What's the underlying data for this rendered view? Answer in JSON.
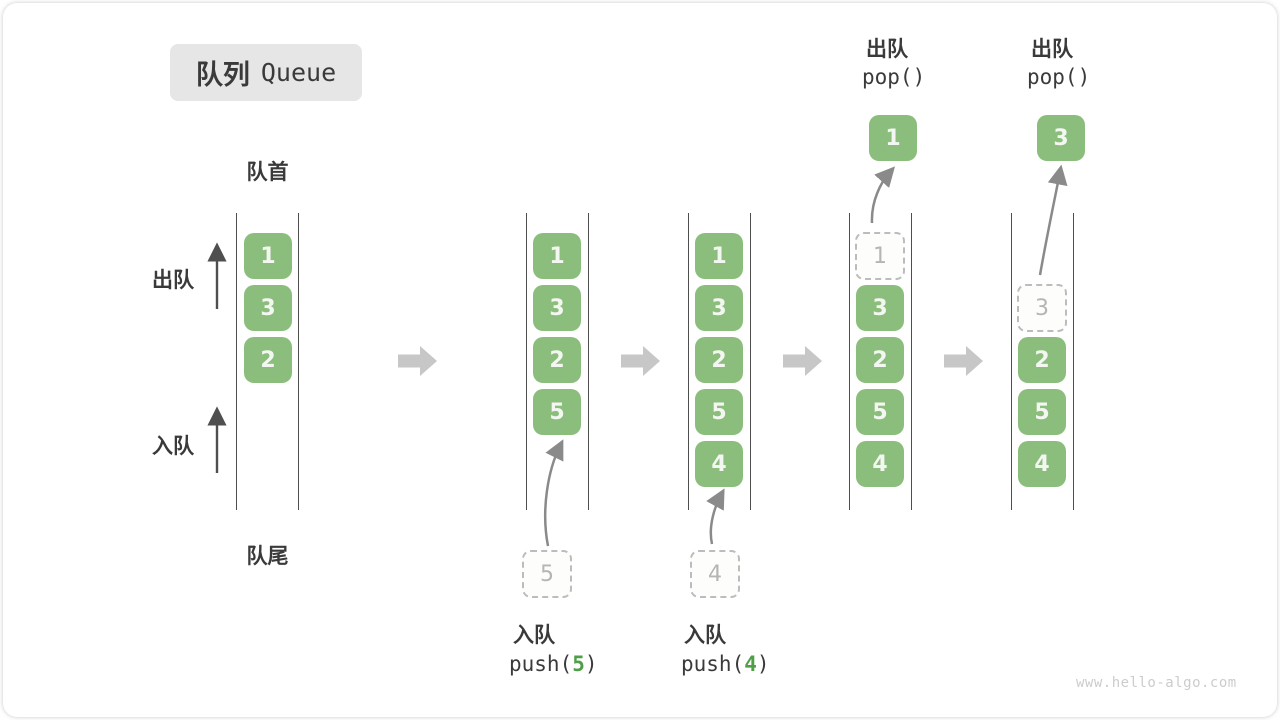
{
  "legend": {
    "title_zh": "队列",
    "title_en": "Queue",
    "front": "队首",
    "rear": "队尾",
    "dequeue": "出队",
    "enqueue": "入队"
  },
  "ops": {
    "push5": {
      "label": "入队",
      "fn": "push(",
      "arg": "5",
      "close": ")"
    },
    "push4": {
      "label": "入队",
      "fn": "push(",
      "arg": "4",
      "close": ")"
    },
    "pop1": {
      "label": "出队",
      "code": "pop()"
    },
    "pop2": {
      "label": "出队",
      "code": "pop()"
    }
  },
  "queues": {
    "s1": {
      "items": [
        "1",
        "3",
        "2"
      ]
    },
    "s2": {
      "items": [
        "1",
        "3",
        "2",
        "5"
      ],
      "staging": "5"
    },
    "s3": {
      "items": [
        "1",
        "3",
        "2",
        "5",
        "4"
      ],
      "staging": "4"
    },
    "s4": {
      "ghost": "1",
      "items": [
        "3",
        "2",
        "5",
        "4"
      ],
      "popped": "1"
    },
    "s5": {
      "ghost": "3",
      "items": [
        "2",
        "5",
        "4"
      ],
      "popped": "3"
    }
  },
  "watermark": "www.hello-algo.com",
  "colors": {
    "box_green": "#8BBE7D",
    "accent_green": "#4F9E48",
    "channel_line": "#4E4E4E",
    "block_arrow_gray": "#C7C7C7",
    "curve_arrow_gray": "#8A8A8A",
    "ghost_gray": "#BCBCBC",
    "text_dark": "#3A3A3A",
    "title_bg": "#E6E6E6",
    "watermark_gray": "#CCCCCC"
  }
}
